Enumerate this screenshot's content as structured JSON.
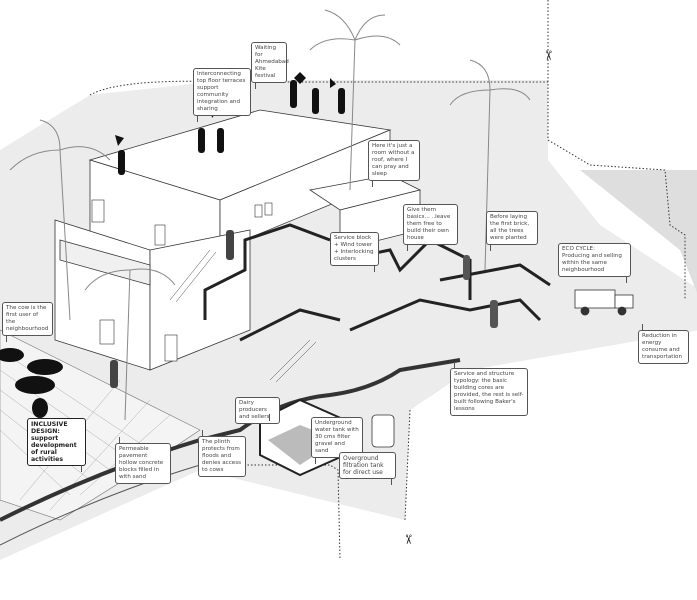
{
  "annotations": {
    "kite_festival": "Waiting for Ahmedabad Kite festival",
    "terraces": "Interconnecting top floor terraces support community integration and sharing",
    "room_no_roof": "Here it's just a room without a roof, where I can pray and sleep",
    "give_basics": "Give them basics... ..leave them free to build their own house",
    "service_block": "Service block + Wind tower + Interlocking clusters",
    "trees_planted": "Before laying the first brick, all the trees were planted",
    "eco_cycle_title": "ECO CYCLE:",
    "eco_cycle_text": "Producing and selling within the same neighbourhood",
    "cow_first_user": "The cow is the first user of the neighbourhood",
    "inclusive_title": "INCLUSIVE DESIGN:",
    "inclusive_text": "support development of rural activities",
    "permeable_pavement": "Permeable pavement hollow concrete blocks filled in with sand",
    "plinth": "The plinth protects from floods and denies access to cows",
    "dairy": "Dairy producers and sellers",
    "underground_tank": "Underground water tank with 30 cms filter gravel and sand",
    "overground_tank": "Overground filtration tank for direct use",
    "structure_typology": "Service and structure typology: the basic building cores are provided, the rest is self-built following Baker's lessons",
    "energy_reduction": "Reduction in energy consume and transportation"
  },
  "icons": {
    "scissors": "✂"
  },
  "colors": {
    "ground": "#e6e6e6",
    "ink": "#222222",
    "figure": "#111111"
  }
}
